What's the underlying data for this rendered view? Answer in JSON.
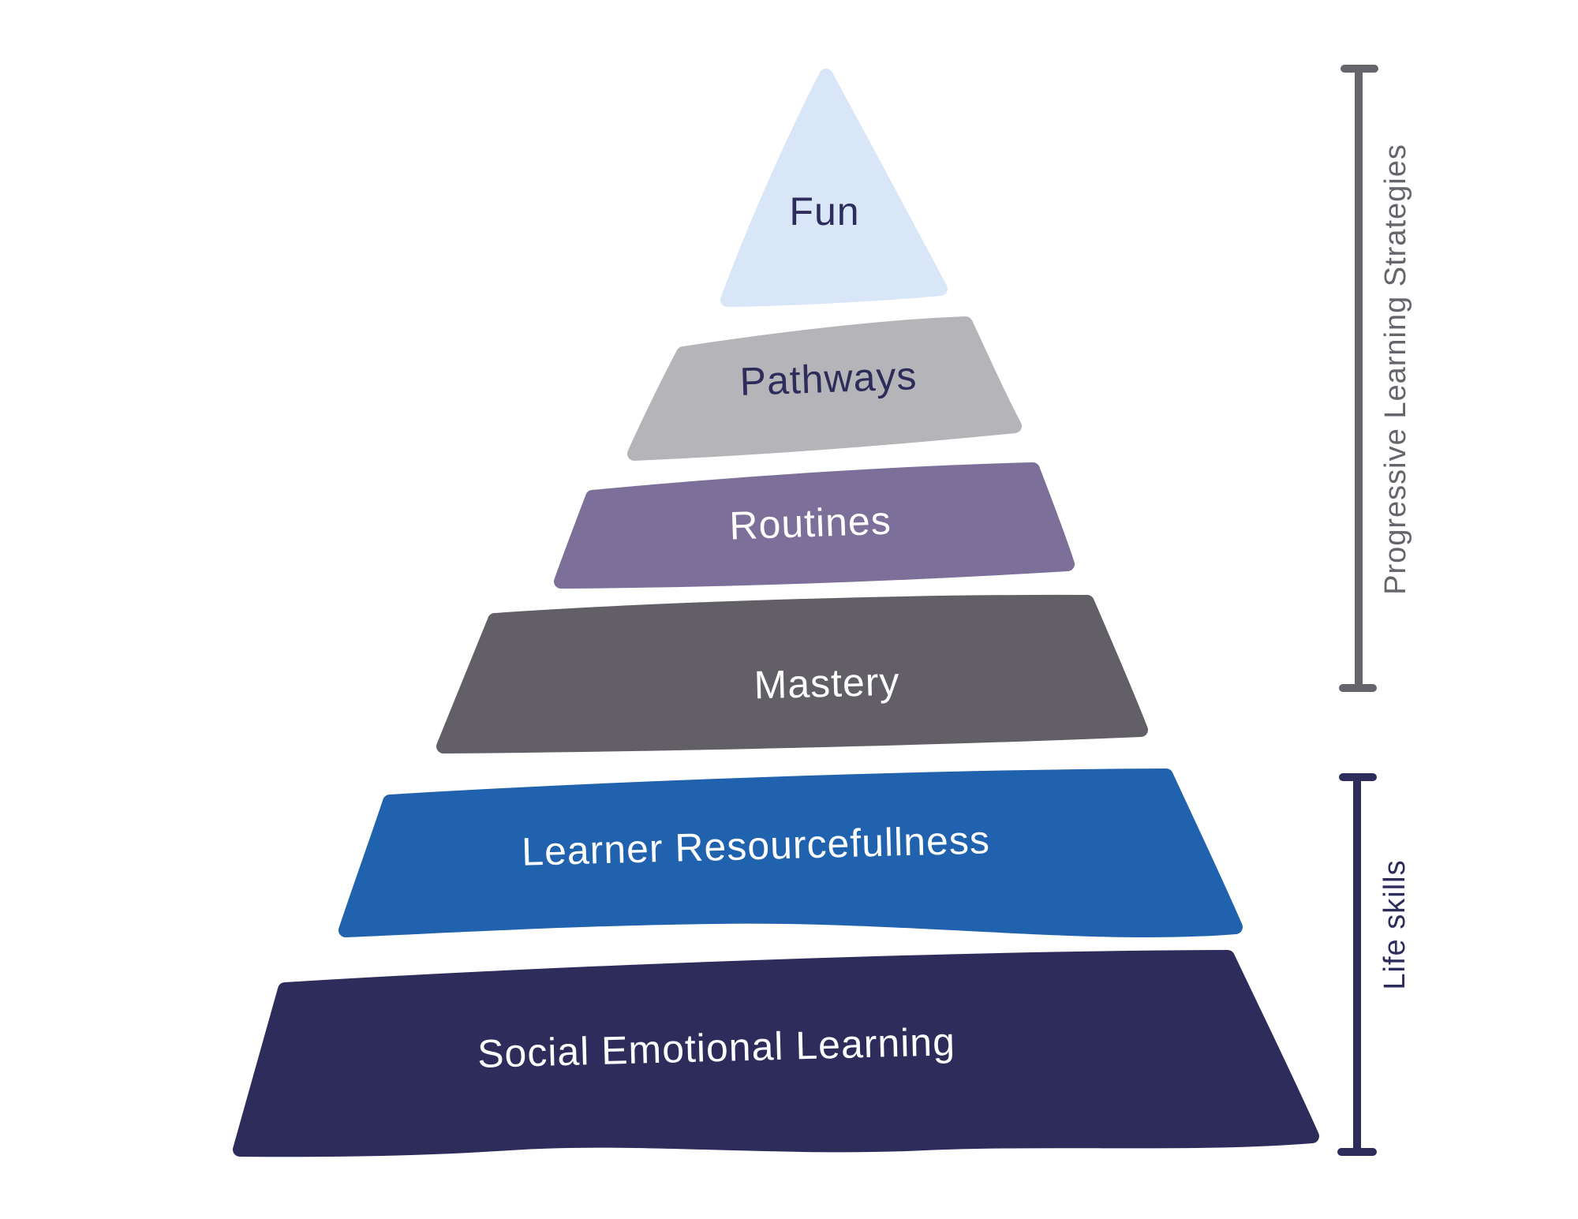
{
  "background_color": "#ffffff",
  "pyramid": {
    "levels": [
      {
        "label": "Fun",
        "fill": "#d8e6f8",
        "text_color": "#2e2c5a"
      },
      {
        "label": "Pathways",
        "fill": "#b5b4b8",
        "text_color": "#2e2c5a"
      },
      {
        "label": "Routines",
        "fill": "#7c6f99",
        "text_color": "#ffffff"
      },
      {
        "label": "Mastery",
        "fill": "#625f66",
        "text_color": "#ffffff"
      },
      {
        "label": "Learner Resourcefullness",
        "fill": "#2062ae",
        "text_color": "#ffffff"
      },
      {
        "label": "Social Emotional Learning",
        "fill": "#2e2c5b",
        "text_color": "#ffffff"
      }
    ]
  },
  "brackets": [
    {
      "label": "Progressive Learning Strategies",
      "color": "#67646c",
      "spans_levels": [
        "Fun",
        "Pathways",
        "Routines",
        "Mastery"
      ]
    },
    {
      "label": "Life skills",
      "color": "#2e2c5b",
      "spans_levels": [
        "Learner Resourcefullness",
        "Social Emotional Learning"
      ]
    }
  ]
}
